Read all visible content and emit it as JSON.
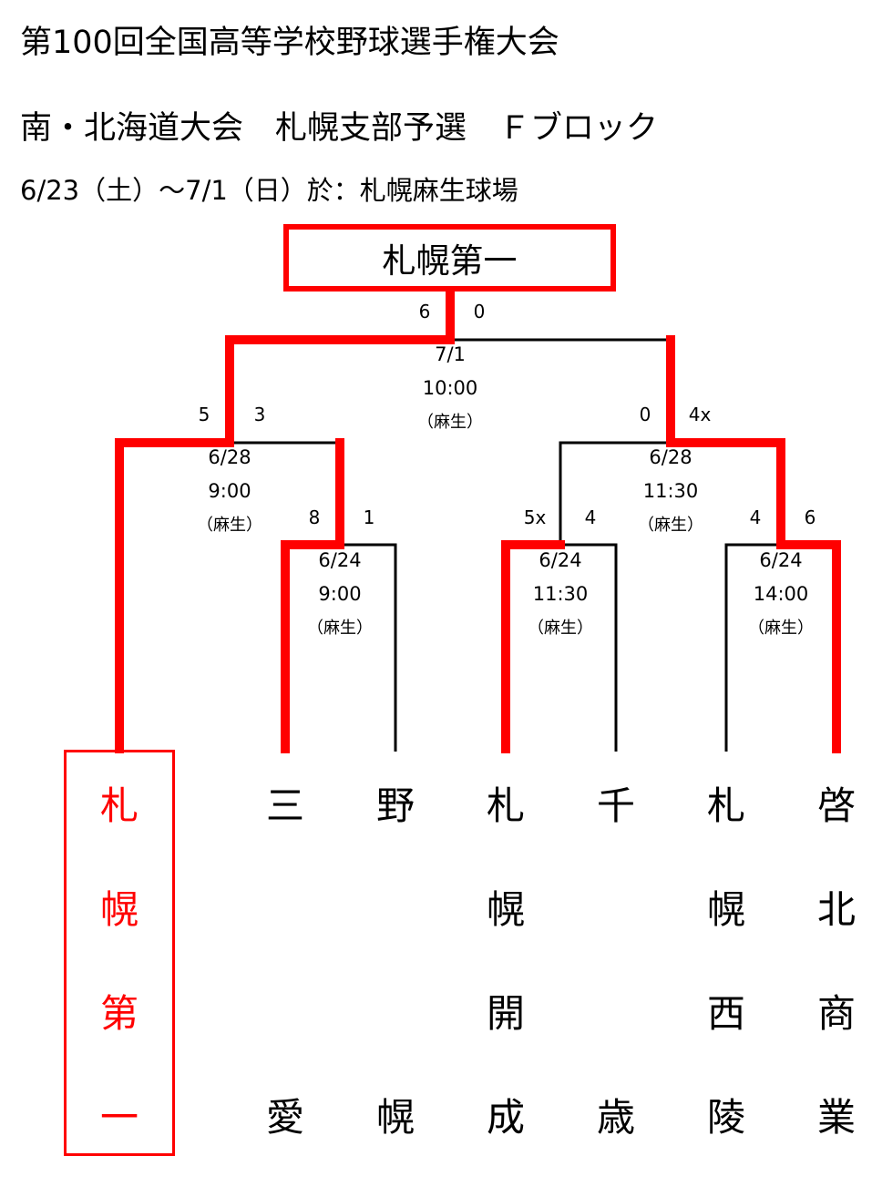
{
  "header": {
    "title": "第100回全国高等学校野球選手権大会",
    "subtitle": "南・北海道大会　札幌支部予選　Ｆブロック",
    "period": "6/23（土）～7/1（日）於：札幌麻生球場"
  },
  "winner": "札幌第一",
  "colors": {
    "win": "#ff0000",
    "line": "#000000"
  },
  "teams": [
    {
      "name": "札幌第一",
      "chars": [
        "札",
        "幌",
        "第",
        "一"
      ],
      "winner": true
    },
    {
      "name": "三愛",
      "chars": [
        "三",
        "",
        "",
        "愛"
      ]
    },
    {
      "name": "野幌",
      "chars": [
        "野",
        "",
        "",
        "幌"
      ]
    },
    {
      "name": "札幌開成",
      "chars": [
        "札",
        "幌",
        "開",
        "成"
      ]
    },
    {
      "name": "千歳",
      "chars": [
        "千",
        "",
        "",
        "歳"
      ]
    },
    {
      "name": "札幌西陵",
      "chars": [
        "札",
        "幌",
        "西",
        "陵"
      ]
    },
    {
      "name": "啓北商業",
      "chars": [
        "啓",
        "北",
        "商",
        "業"
      ]
    }
  ],
  "games": {
    "g1": {
      "date": "6/24",
      "time": "9:00",
      "venue": "（麻生）",
      "score_left": "8",
      "score_right": "1"
    },
    "g2": {
      "date": "6/24",
      "time": "11:30",
      "venue": "（麻生）",
      "score_left": "5x",
      "score_right": "4"
    },
    "g3": {
      "date": "6/24",
      "time": "14:00",
      "venue": "（麻生）",
      "score_left": "4",
      "score_right": "6"
    },
    "g4": {
      "date": "6/28",
      "time": "9:00",
      "venue": "（麻生）",
      "score_left": "5",
      "score_right": "3"
    },
    "g5": {
      "date": "6/28",
      "time": "11:30",
      "venue": "（麻生）",
      "score_left": "0",
      "score_right": "4x"
    },
    "final": {
      "date": "7/1",
      "time": "10:00",
      "venue": "（麻生）",
      "score_left": "6",
      "score_right": "0"
    }
  }
}
